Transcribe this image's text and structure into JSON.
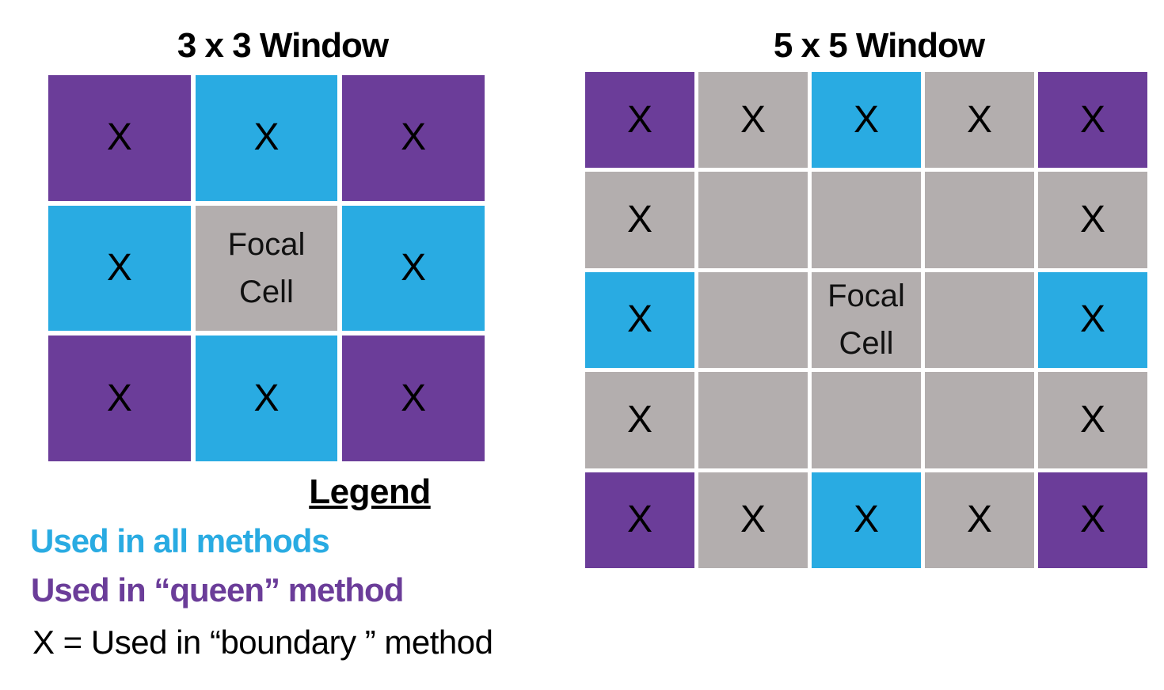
{
  "titles": {
    "win3": "3 x 3 Window",
    "win5": "5 x 5 Window"
  },
  "x_mark": "X",
  "focal": {
    "line1": "Focal",
    "line2": "Cell"
  },
  "colors": {
    "purple": "#6B3D99",
    "blue": "#29ABE2",
    "gray": "#B3AEAE",
    "focal": "#B3AEAE",
    "text": "#000000"
  },
  "grid3": {
    "cols": 3,
    "cells": [
      [
        "purple",
        "blue",
        "purple"
      ],
      [
        "blue",
        "focal",
        "blue"
      ],
      [
        "purple",
        "blue",
        "purple"
      ]
    ],
    "marks": [
      [
        "X",
        "X",
        "X"
      ],
      [
        "X",
        "",
        "X"
      ],
      [
        "X",
        "X",
        "X"
      ]
    ]
  },
  "grid5": {
    "cols": 5,
    "cells": [
      [
        "purple",
        "gray",
        "blue",
        "gray",
        "purple"
      ],
      [
        "gray",
        "gray",
        "gray",
        "gray",
        "gray"
      ],
      [
        "blue",
        "gray",
        "focal",
        "gray",
        "blue"
      ],
      [
        "gray",
        "gray",
        "gray",
        "gray",
        "gray"
      ],
      [
        "purple",
        "gray",
        "blue",
        "gray",
        "purple"
      ]
    ],
    "marks": [
      [
        "X",
        "X",
        "X",
        "X",
        "X"
      ],
      [
        "X",
        "",
        "",
        "",
        "X"
      ],
      [
        "X",
        "",
        "",
        "",
        "X"
      ],
      [
        "X",
        "",
        "",
        "",
        "X"
      ],
      [
        "X",
        "X",
        "X",
        "X",
        "X"
      ]
    ]
  },
  "legend": {
    "title": "Legend",
    "items": [
      {
        "label": "Used in all methods",
        "color": "#29ABE2"
      },
      {
        "label": "Used in “queen” method",
        "color": "#6B3D99"
      },
      {
        "label": "X = Used in “boundary ” method",
        "color": "#000000"
      }
    ]
  }
}
